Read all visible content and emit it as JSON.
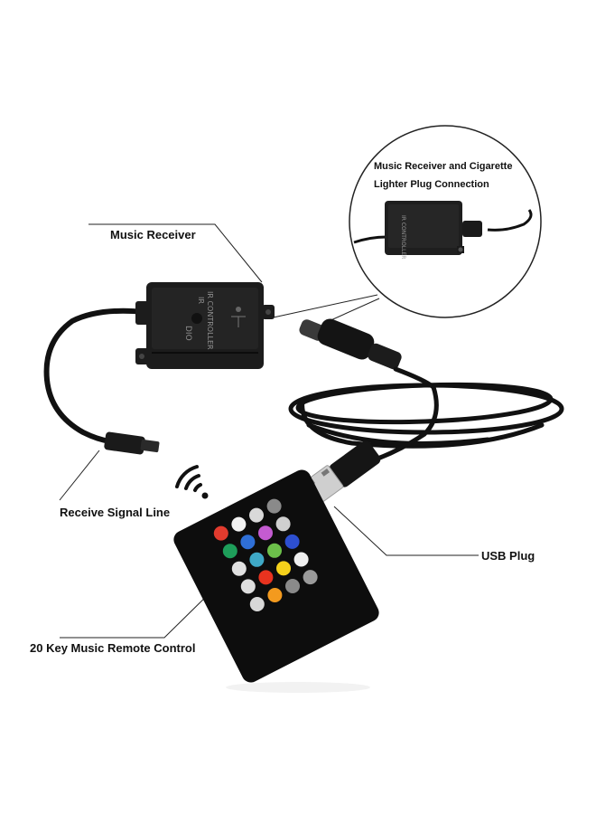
{
  "labels": {
    "music_receiver": "Music Receiver",
    "inset_line1": "Music Receiver and Cigarette",
    "inset_line2": "Lighter Plug Connection",
    "receive_signal_line": "Receive Signal Line",
    "usb_plug": "USB Plug",
    "remote_control": "20 Key Music Remote Control"
  },
  "device_text": {
    "controller": "IR CONTROLLER",
    "model": "IR",
    "brand": "DIO"
  },
  "remote": {
    "key_count": 20,
    "key_colors": [
      "#e23b2e",
      "#f2f2f2",
      "#d9d9d9",
      "#8a8a8a",
      "#1e9e5a",
      "#2f6fd6",
      "#c45bd1",
      "#cfcfcf",
      "#e0e0e0",
      "#3fa9c7",
      "#6cc04a",
      "#2d4fd0",
      "#dedede",
      "#e8331f",
      "#f5d11b",
      "#efefef",
      "#d8d8d8",
      "#f39a1e",
      "#8a8a8a",
      "#9a9a9a"
    ]
  },
  "colors": {
    "cable": "#111111",
    "device_body": "#1c1c1c",
    "remote_body": "#0d0d0d",
    "leader_line": "#222222",
    "text": "#111111"
  }
}
